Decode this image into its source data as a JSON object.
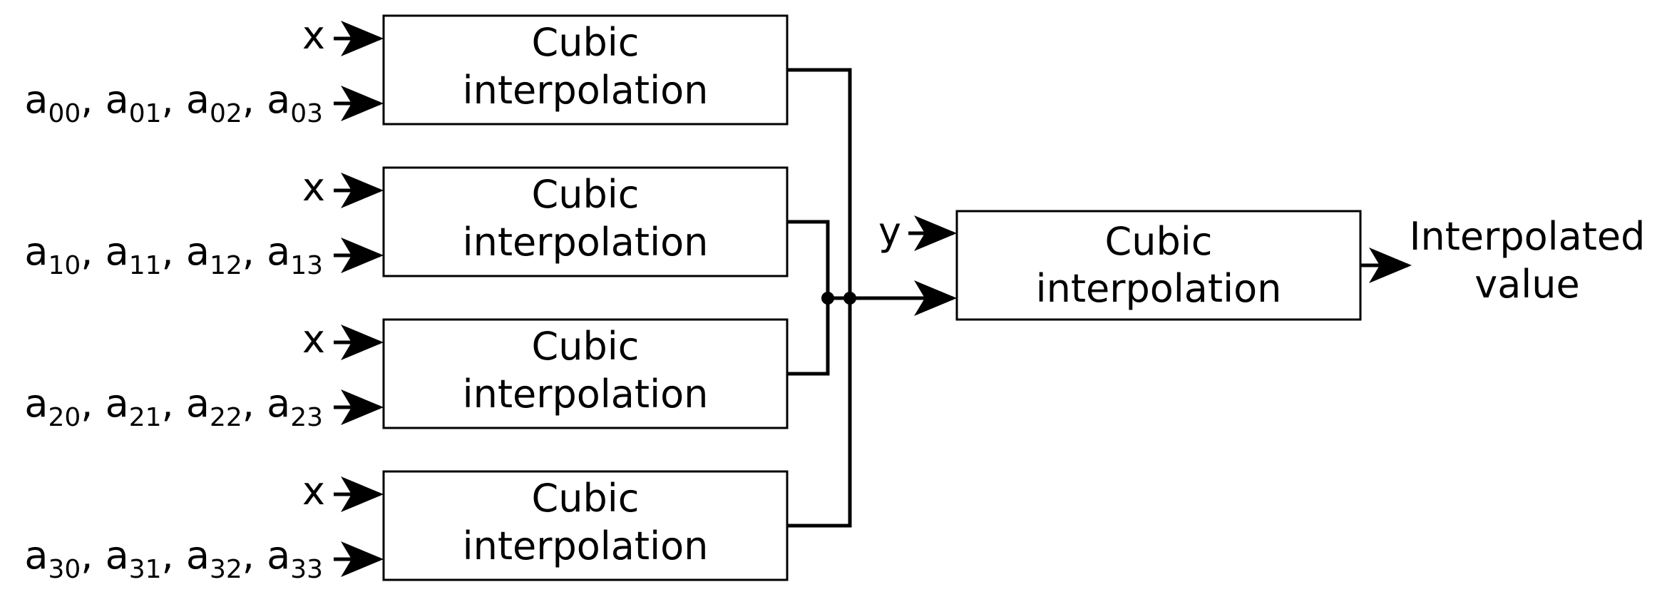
{
  "blocks": [
    {
      "line1": "Cubic",
      "line2": "interpolation",
      "input_x": "x",
      "coeffs": [
        "00",
        "01",
        "02",
        "03"
      ],
      "coef_prefix": "a"
    },
    {
      "line1": "Cubic",
      "line2": "interpolation",
      "input_x": "x",
      "coeffs": [
        "10",
        "11",
        "12",
        "13"
      ],
      "coef_prefix": "a"
    },
    {
      "line1": "Cubic",
      "line2": "interpolation",
      "input_x": "x",
      "coeffs": [
        "20",
        "21",
        "22",
        "23"
      ],
      "coef_prefix": "a"
    },
    {
      "line1": "Cubic",
      "line2": "interpolation",
      "input_x": "x",
      "coeffs": [
        "30",
        "31",
        "32",
        "33"
      ],
      "coef_prefix": "a"
    }
  ],
  "final_block": {
    "line1": "Cubic",
    "line2": "interpolation",
    "input_y": "y"
  },
  "output": {
    "line1": "Interpolated",
    "line2": "value"
  }
}
